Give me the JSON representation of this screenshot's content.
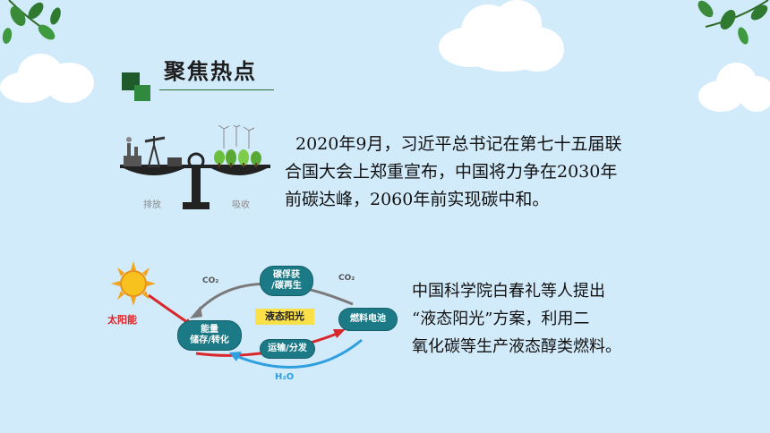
{
  "heading": {
    "title": "聚焦热点"
  },
  "paragraph1": {
    "line1": "2020年9月，习近平总书记在第七十五届联",
    "line2": "合国大会上郑重宣布，中国将力争在2030年",
    "line3": "前碳达峰，2060年前实现碳中和。"
  },
  "balance": {
    "left_label": "排放",
    "right_label": "吸收"
  },
  "diagram": {
    "sun_label": "太阳能",
    "co2_left": "CO₂",
    "co2_right": "CO₂",
    "h2o": "H₂O",
    "capture_line1": "碳俘获",
    "capture_line2": "/碳再生",
    "store_line1": "能量",
    "store_line2": "储存/转化",
    "fuel_cell": "燃料电池",
    "transport": "运输/分发",
    "center_label": "液态阳光"
  },
  "paragraph2": {
    "line1": "中国科学院白春礼等人提出",
    "line2": "“液态阳光”方案，利用二",
    "line3": "氧化碳等生产液态醇类燃料。"
  },
  "colors": {
    "background": "#d2ebfa",
    "accent_green": "#1e5a2a",
    "pill_teal": "#1c7a86",
    "arrow_red": "#d9262b",
    "arrow_blue": "#2f9fe0"
  }
}
